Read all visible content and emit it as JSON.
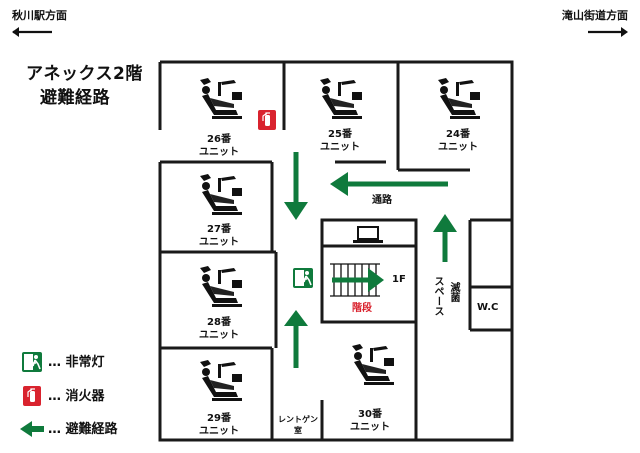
{
  "directions": {
    "left": "秋川駅方面",
    "right": "滝山街道方面"
  },
  "title": {
    "line1": "アネックス2階",
    "line2": "避難経路"
  },
  "units": [
    {
      "number": "26番",
      "label": "ユニット"
    },
    {
      "number": "25番",
      "label": "ユニット"
    },
    {
      "number": "24番",
      "label": "ユニット"
    },
    {
      "number": "27番",
      "label": "ユニット"
    },
    {
      "number": "28番",
      "label": "ユニット"
    },
    {
      "number": "29番",
      "label": "ユニット"
    },
    {
      "number": "30番",
      "label": "ユニット"
    }
  ],
  "rooms": {
    "passage": "通路",
    "floor": "1F",
    "stairs": "階段",
    "sterile_line1": "滅菌",
    "sterile_line2": "スペース",
    "wc": "W.C",
    "xray_line1": "レントゲン",
    "xray_line2": "室"
  },
  "legend": {
    "emergency_light": "… 非常灯",
    "extinguisher": "… 消火器",
    "route": "… 避難経路"
  },
  "colors": {
    "route_green": "#0f7a3c",
    "extinguisher_red": "#d9232e",
    "wall": "#1a1a1a"
  }
}
